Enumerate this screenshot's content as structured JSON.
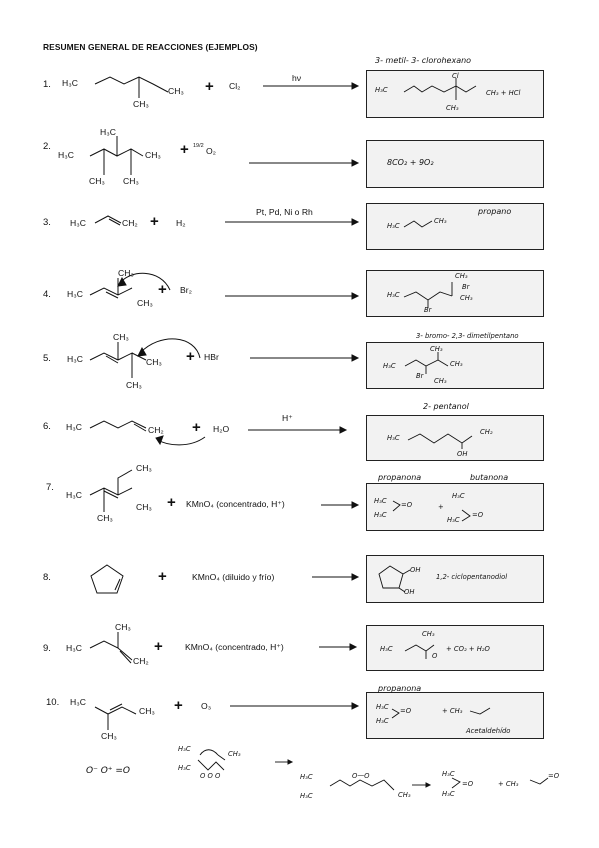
{
  "title": "RESUMEN GENERAL DE REACCIONES (EJEMPLOS)",
  "reactions": [
    {
      "num": "1.",
      "reactant_left": "H₃C",
      "reactant_right": "CH₃",
      "reactant_branch": "CH₃",
      "plus": "+",
      "reagent": "Cl₂",
      "condition": "hν",
      "product_name": "3- metil- 3- clorohexano",
      "product_left": "H₃C",
      "product_sub": "Cl",
      "product_sub2": "CH₃",
      "product_right": "CH₃ + HCl"
    },
    {
      "num": "2.",
      "reactant_top": "H₃C",
      "reactant_left": "H₃C",
      "reactant_right": "CH₃",
      "reactant_bl": "CH₃",
      "reactant_br": "CH₃",
      "plus": "+",
      "coef": "19/2",
      "reagent": "O₂",
      "product": "8CO₂ + 9O₂"
    },
    {
      "num": "3.",
      "reactant": "H₃C",
      "reactant_end": "CH₂",
      "plus": "+",
      "reagent": "H₂",
      "condition": "Pt, Pd, Ni o Rh",
      "product_name": "propano",
      "product_left": "H₃C",
      "product_right": "CH₃"
    },
    {
      "num": "4.",
      "reactant_left": "H₃C",
      "reactant_top": "CH₃",
      "reactant_right": "CH₃",
      "plus": "+",
      "reagent": "Br₂",
      "product_left": "H₃C",
      "product_br_low": "Br",
      "product_top": "CH₃",
      "product_br": "Br",
      "product_ch3": "CH₃"
    },
    {
      "num": "5.",
      "reactant_left": "H₃C",
      "reactant_top": "CH₃",
      "reactant_right": "CH₃",
      "reactant_bottom": "CH₃",
      "plus": "+",
      "reagent": "HBr",
      "product_name": "3- bromo- 2,3- dimetilpentano",
      "product_left": "H₃C",
      "product_top": "CH₃",
      "product_right": "CH₃",
      "product_br": "Br",
      "product_bottom": "CH₃"
    },
    {
      "num": "6.",
      "reactant": "H₃C",
      "reactant_end": "CH₂",
      "plus": "+",
      "reagent": "H₂O",
      "condition": "H⁺",
      "product_name": "2- pentanol",
      "product_left": "H₃C",
      "product_right": "CH₂",
      "product_oh": "OH"
    },
    {
      "num": "7.",
      "reactant_left": "H₃C",
      "reactant_top": "CH₃",
      "reactant_right": "CH₃",
      "reactant_bottom": "CH₃",
      "plus": "+",
      "reagent": "KMnO₄ (concentrado, H⁺)",
      "product_name_1": "propanona",
      "product_name_2": "butanona",
      "p1_top": "H₃C",
      "p1_bottom": "H₃C",
      "p1_o": "=O",
      "plus2": "+",
      "p2_top": "H₃C",
      "p2_bottom": "H₃C",
      "p2_o": "=O"
    },
    {
      "num": "8.",
      "plus": "+",
      "reagent": "KMnO₄ (diluido y frío)",
      "product_name": "1,2- ciclopentanodiol",
      "product_oh1": "OH",
      "product_oh2": "OH"
    },
    {
      "num": "9.",
      "reactant_left": "H₃C",
      "reactant_top": "CH₃",
      "reactant_end": "CH₂",
      "plus": "+",
      "reagent": "KMnO₄ (concentrado, H⁺)",
      "product_left": "H₃C",
      "product_top": "CH₃",
      "product_o": "O",
      "product_right": "+ CO₂ + H₂O"
    },
    {
      "num": "10.",
      "reactant_left": "H₃C",
      "reactant_right": "CH₃",
      "reactant_bottom": "CH₃",
      "plus": "+",
      "reagent": "O₃",
      "product_name": "propanona",
      "p1_top": "H₃C",
      "p1_bottom": "H₃C",
      "p1_o": "=O",
      "plus2": "+ CH₃",
      "aldehyde_name": "Acetaldehído"
    }
  ],
  "footer": {
    "ozone": "O⁻ O⁺ =O",
    "ozonide_left_top": "H₃C",
    "ozonide_left_bottom": "H₃C",
    "ozonide_right": "CH₃",
    "ozonide_o": "O O O",
    "arrow1": "→",
    "ozonide2_left_top": "H₃C",
    "ozonide2_left_bottom": "H₃C",
    "ozonide2_chain": "O—O",
    "ozonide2_right": "CH₃",
    "arrow2": "→",
    "final_top": "H₃C",
    "final_bottom": "H₃C",
    "final_o": "=O",
    "final_plus": "+ CH₃",
    "final_aldehyde": "=O"
  }
}
